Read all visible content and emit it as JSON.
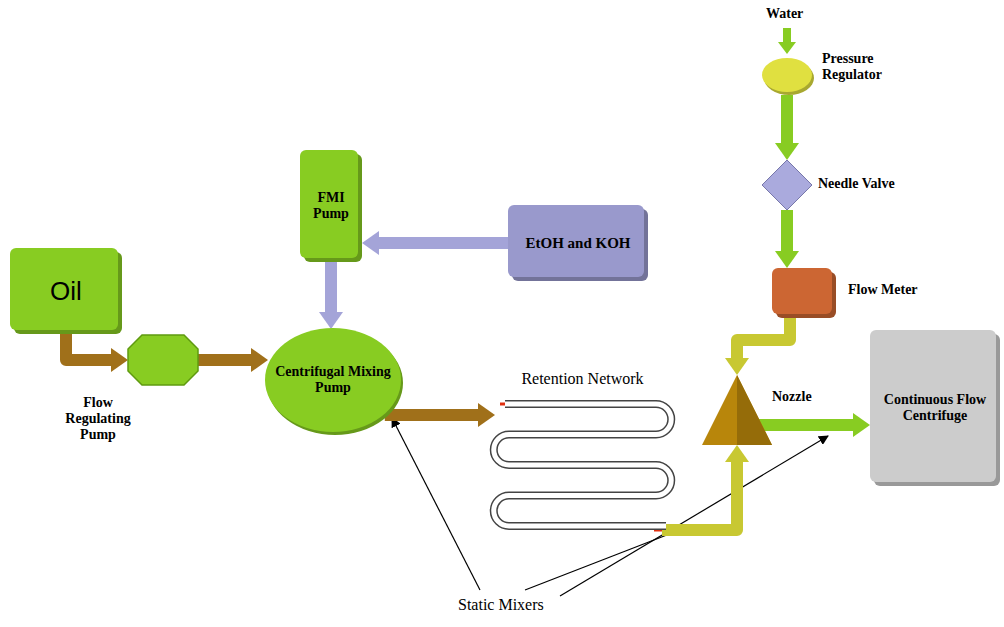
{
  "diagram": {
    "nodes": [
      {
        "text": [
          "Oil"
        ]
      },
      {
        "text": [
          "Flow Regulating Pump"
        ]
      },
      {
        "text": [
          "FMI Pump"
        ]
      },
      {
        "text": [
          "EtOH and KOH"
        ]
      },
      {
        "text": [
          "Centrifugal Mixing Pump"
        ]
      },
      {
        "text": [
          "Retention Network"
        ]
      },
      {
        "text": [
          "Pressure Regulator"
        ]
      },
      {
        "text": [
          "Needle Valve"
        ]
      },
      {
        "text": [
          "Flow Meter"
        ]
      },
      {
        "text": [
          "Nozzle"
        ]
      },
      {
        "text": [
          "Continuous Flow Centrifuge"
        ]
      }
    ],
    "edges": [
      {
        "from": 0,
        "to": 1,
        "arrow": "to"
      },
      {
        "from": 1,
        "to": 4,
        "arrow": "to"
      },
      {
        "from": 3,
        "to": 2,
        "arrow": "to"
      },
      {
        "from": 2,
        "to": 4,
        "arrow": "to"
      },
      {
        "from": 4,
        "to": 5,
        "arrow": "to"
      },
      {
        "from": 5,
        "to": 9,
        "arrow": "to"
      },
      {
        "from": 6,
        "to": 7,
        "arrow": "to"
      },
      {
        "from": 7,
        "to": 8,
        "arrow": "to"
      },
      {
        "from": 8,
        "to": 9,
        "arrow": "to"
      },
      {
        "from": 9,
        "to": 10,
        "arrow": "to"
      }
    ],
    "labels": [
      "Water",
      "Static Mixers"
    ]
  }
}
